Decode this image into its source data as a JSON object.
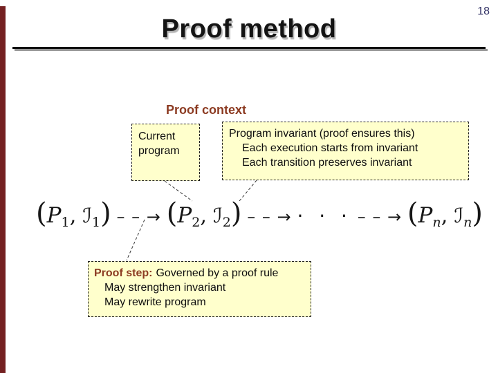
{
  "slide": {
    "title": "Proof method",
    "page_number": "18"
  },
  "colors": {
    "accent_bar": "#742021",
    "heading_red": "#8c3b22",
    "page_number": "#333366",
    "box_fill": "#ffffcc",
    "box_border": "#222222"
  },
  "proof_context": {
    "heading": "Proof context",
    "current_program_box": {
      "line1": "Current",
      "line2": "program"
    },
    "invariant_box": {
      "line1": "Program invariant (proof ensures this)",
      "line2": "Each execution starts from invariant",
      "line3": "Each transition preserves invariant"
    }
  },
  "formula": {
    "open_paren": "(",
    "close_paren": ")",
    "comma": ",",
    "program_var": "P",
    "invariant_var": "ℐ",
    "sub_1": "1",
    "sub_2": "2",
    "sub_n": "n",
    "dashed_arrow": "– – →",
    "dots": "· · ·"
  },
  "proof_step": {
    "label": "Proof step:",
    "intro": "Governed by a proof rule",
    "line2": "May strengthen invariant",
    "line3": "May rewrite program"
  }
}
